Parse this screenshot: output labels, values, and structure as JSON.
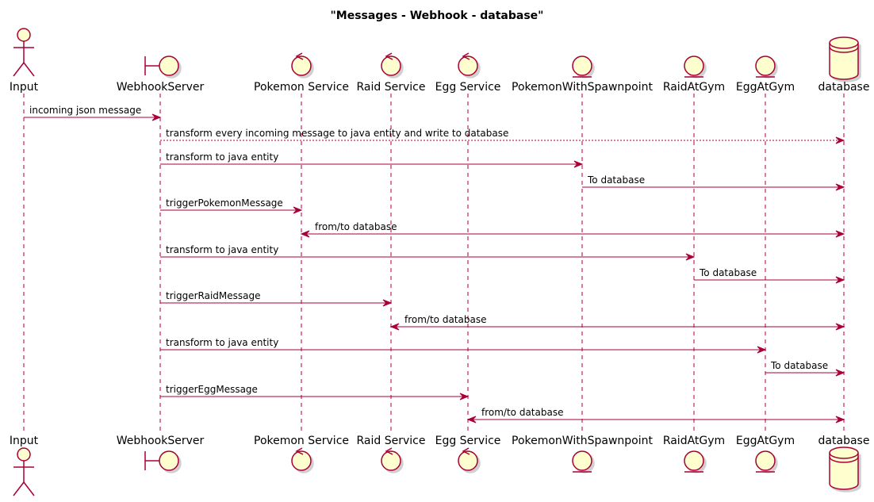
{
  "diagram": {
    "title": "\"Messages - Webhook - database\"",
    "colors": {
      "line": "#A80036",
      "fill": "#FEFECE",
      "text": "#000000"
    },
    "participants": [
      {
        "id": "input",
        "label": "Input",
        "kind": "actor"
      },
      {
        "id": "webhookserver",
        "label": "WebhookServer",
        "kind": "boundary"
      },
      {
        "id": "pokemon-service",
        "label": "Pokemon Service",
        "kind": "control"
      },
      {
        "id": "raid-service",
        "label": "Raid Service",
        "kind": "control"
      },
      {
        "id": "egg-service",
        "label": "Egg Service",
        "kind": "control"
      },
      {
        "id": "pokemonwithspawnpoint",
        "label": "PokemonWithSpawnpoint",
        "kind": "entity"
      },
      {
        "id": "raidatgym",
        "label": "RaidAtGym",
        "kind": "entity"
      },
      {
        "id": "eggatgym",
        "label": "EggAtGym",
        "kind": "entity"
      },
      {
        "id": "database",
        "label": "database",
        "kind": "database"
      }
    ],
    "messages": [
      {
        "from": "input",
        "to": "webhookserver",
        "label": "incoming json message",
        "style": "solid",
        "bidirectional": false
      },
      {
        "from": "webhookserver",
        "to": "database",
        "label": "transform every incoming message to java entity and write to database",
        "style": "dotted",
        "bidirectional": false
      },
      {
        "from": "webhookserver",
        "to": "pokemonwithspawnpoint",
        "label": "transform to java entity",
        "style": "solid",
        "bidirectional": false
      },
      {
        "from": "pokemonwithspawnpoint",
        "to": "database",
        "label": "To database",
        "style": "solid",
        "bidirectional": false
      },
      {
        "from": "webhookserver",
        "to": "pokemon-service",
        "label": "triggerPokemonMessage",
        "style": "solid",
        "bidirectional": false
      },
      {
        "from": "pokemon-service",
        "to": "database",
        "label": "from/to database",
        "style": "solid",
        "bidirectional": true
      },
      {
        "from": "webhookserver",
        "to": "raidatgym",
        "label": "transform to java entity",
        "style": "solid",
        "bidirectional": false
      },
      {
        "from": "raidatgym",
        "to": "database",
        "label": "To database",
        "style": "solid",
        "bidirectional": false
      },
      {
        "from": "webhookserver",
        "to": "raid-service",
        "label": "triggerRaidMessage",
        "style": "solid",
        "bidirectional": false
      },
      {
        "from": "raid-service",
        "to": "database",
        "label": "from/to database",
        "style": "solid",
        "bidirectional": true
      },
      {
        "from": "webhookserver",
        "to": "eggatgym",
        "label": "transform to java entity",
        "style": "solid",
        "bidirectional": false
      },
      {
        "from": "eggatgym",
        "to": "database",
        "label": "To database",
        "style": "solid",
        "bidirectional": false
      },
      {
        "from": "webhookserver",
        "to": "egg-service",
        "label": "triggerEggMessage",
        "style": "solid",
        "bidirectional": false
      },
      {
        "from": "egg-service",
        "to": "database",
        "label": "from/to database",
        "style": "solid",
        "bidirectional": true
      }
    ]
  }
}
